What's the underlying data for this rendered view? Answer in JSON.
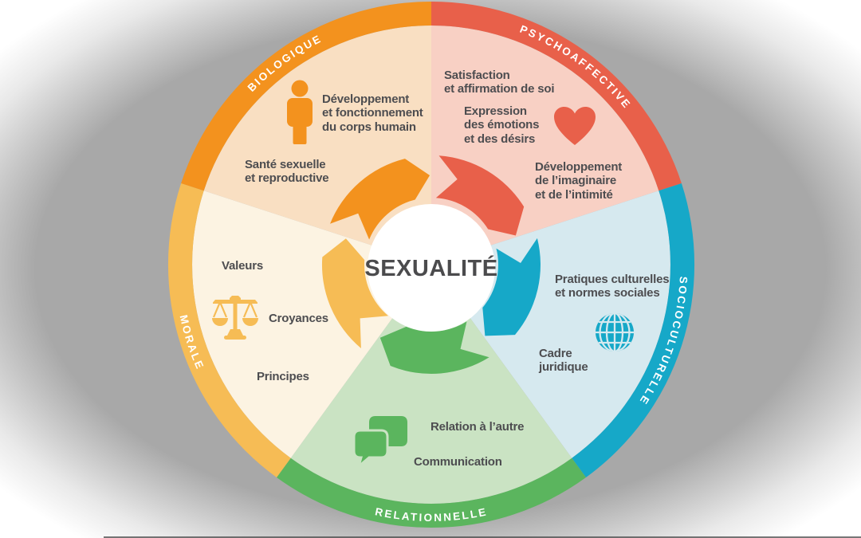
{
  "center": {
    "label": "SEXUALITÉ",
    "circle_color": "#FFFFFF",
    "text_color": "#4B4B4D"
  },
  "background": {
    "base": "#A8A8A8",
    "corner_glow": "#FFFFFF"
  },
  "text_color": "#4D4D50",
  "sectors": [
    {
      "name": "biologique",
      "label": "BIOLOGIQUE",
      "ring_color": "#F3921E",
      "fill_color": "#F9DFC2",
      "icon": "person-icon",
      "items": [
        "Développement\net fonctionnement\ndu corps humain",
        "Santé sexuelle\net reproductive"
      ]
    },
    {
      "name": "psychoaffective",
      "label": "PSYCHOAFFECTIVE",
      "ring_color": "#E8604A",
      "fill_color": "#F8D0C4",
      "icon": "heart-icon",
      "items": [
        "Satisfaction\net affirmation de soi",
        "Expression\ndes émotions\net des désirs",
        "Développement\nde l’imaginaire\net de l’intimité"
      ]
    },
    {
      "name": "socioculturelle",
      "label": "SOCIOCULTURELLE",
      "ring_color": "#16A8C8",
      "fill_color": "#D6E9EF",
      "icon": "globe-icon",
      "items": [
        "Pratiques culturelles\net normes sociales",
        "Cadre\njuridique"
      ]
    },
    {
      "name": "relationnelle",
      "label": "RELATIONNELLE",
      "ring_color": "#5BB55E",
      "fill_color": "#CAE3C3",
      "icon": "speech-bubbles-icon",
      "items": [
        "Relation à l’autre",
        "Communication"
      ]
    },
    {
      "name": "morale",
      "label": "MORALE",
      "ring_color": "#F6BC55",
      "fill_color": "#FCF3E2",
      "icon": "scales-icon",
      "items": [
        "Valeurs",
        "Croyances",
        "Principes"
      ]
    }
  ]
}
